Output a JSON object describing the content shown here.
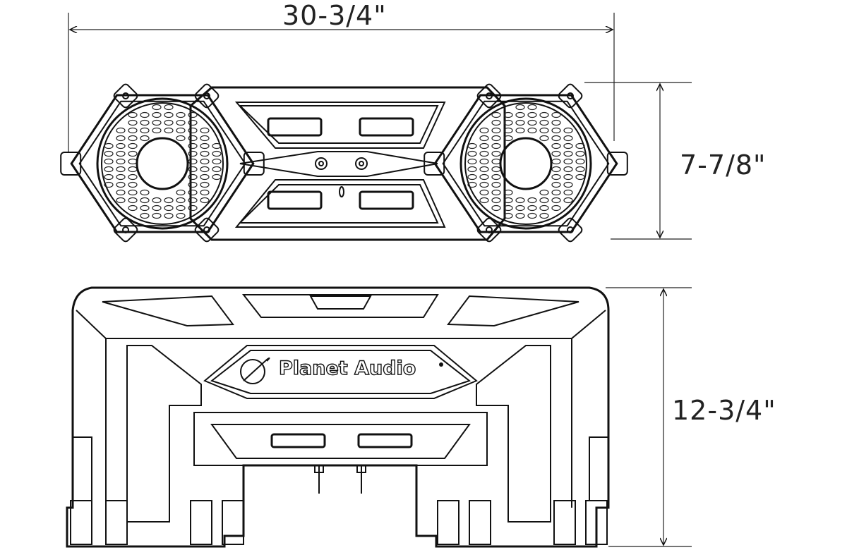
{
  "dimensions": {
    "width": "30-3/4\"",
    "height_top_view": "7-7/8\"",
    "depth_front_view": "12-3/4\""
  },
  "logo": {
    "brand": "Planet Audio"
  }
}
